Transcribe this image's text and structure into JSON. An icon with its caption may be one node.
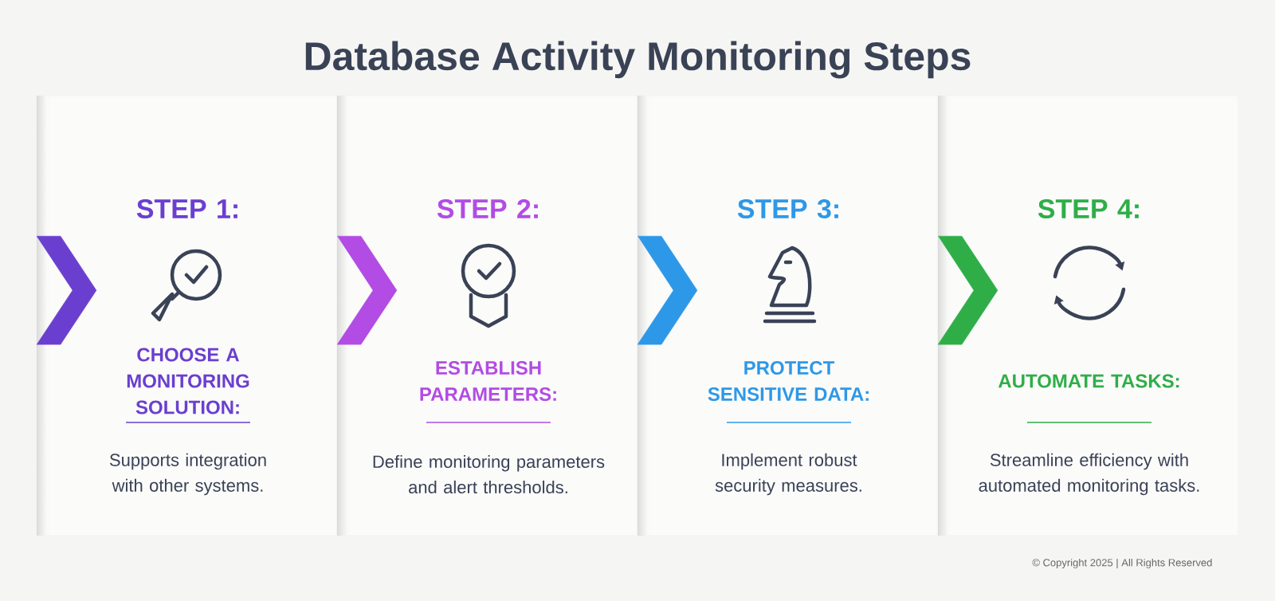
{
  "diagram": {
    "title": "Database Activity Monitoring Steps",
    "nodes": [
      {
        "text": [
          "STEP 1:",
          "CHOOSE A MONITORING SOLUTION:",
          "Supports integration with other systems."
        ]
      },
      {
        "text": [
          "STEP 2:",
          "ESTABLISH PARAMETERS:",
          "Define monitoring parameters and alert thresholds."
        ]
      },
      {
        "text": [
          "STEP 3:",
          "PROTECT SENSITIVE DATA:",
          "Implement robust security measures."
        ]
      },
      {
        "text": [
          "STEP 4:",
          "AUTOMATE TASKS:",
          "Streamline efficiency with automated monitoring tasks."
        ]
      }
    ],
    "edges": [
      {
        "from": null,
        "to": 0,
        "arrow": "to",
        "color": "#6a3fd0"
      },
      {
        "from": 0,
        "to": 1,
        "arrow": "to",
        "color": "#b24ce4"
      },
      {
        "from": 1,
        "to": 2,
        "arrow": "to",
        "color": "#2e98e8"
      },
      {
        "from": 2,
        "to": 3,
        "arrow": "to",
        "color": "#2fae48"
      }
    ],
    "labels": [
      "© Copyright 2025 | All Rights Reserved"
    ]
  }
}
